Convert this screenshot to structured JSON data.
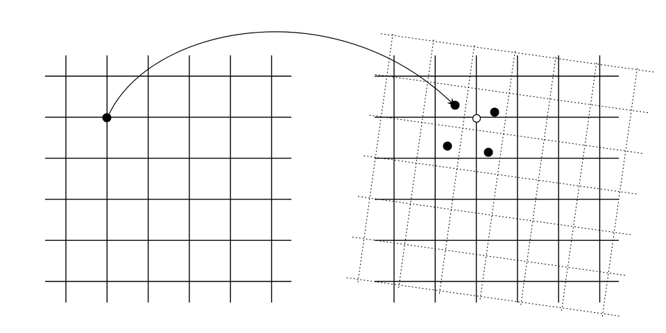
{
  "diagram": {
    "description_visible_text": "",
    "colors": {
      "background": "#ffffff",
      "grid_solid": "#000000",
      "grid_dotted": "#000000",
      "point_fill": "#000000",
      "arrow": "#000000"
    },
    "left_grid": {
      "columns": 6,
      "rows": 6,
      "style": "solid"
    },
    "right_grid": {
      "columns": 6,
      "rows": 6,
      "style": "solid",
      "overlay": {
        "style": "dotted",
        "rotation_deg": 8,
        "columns": 7,
        "rows": 7
      }
    },
    "source_point": {
      "label": "",
      "filled": true
    },
    "target_points": [
      {
        "id": "mapped-point",
        "filled": true
      },
      {
        "id": "neighbor-top-right",
        "filled": true
      },
      {
        "id": "neighbor-bottom-left",
        "filled": true
      },
      {
        "id": "neighbor-bottom-right",
        "filled": true
      },
      {
        "id": "interpolated-location",
        "filled": false
      }
    ],
    "arrow": {
      "from": "source_point",
      "to": "mapped-point",
      "style": "curved"
    }
  }
}
